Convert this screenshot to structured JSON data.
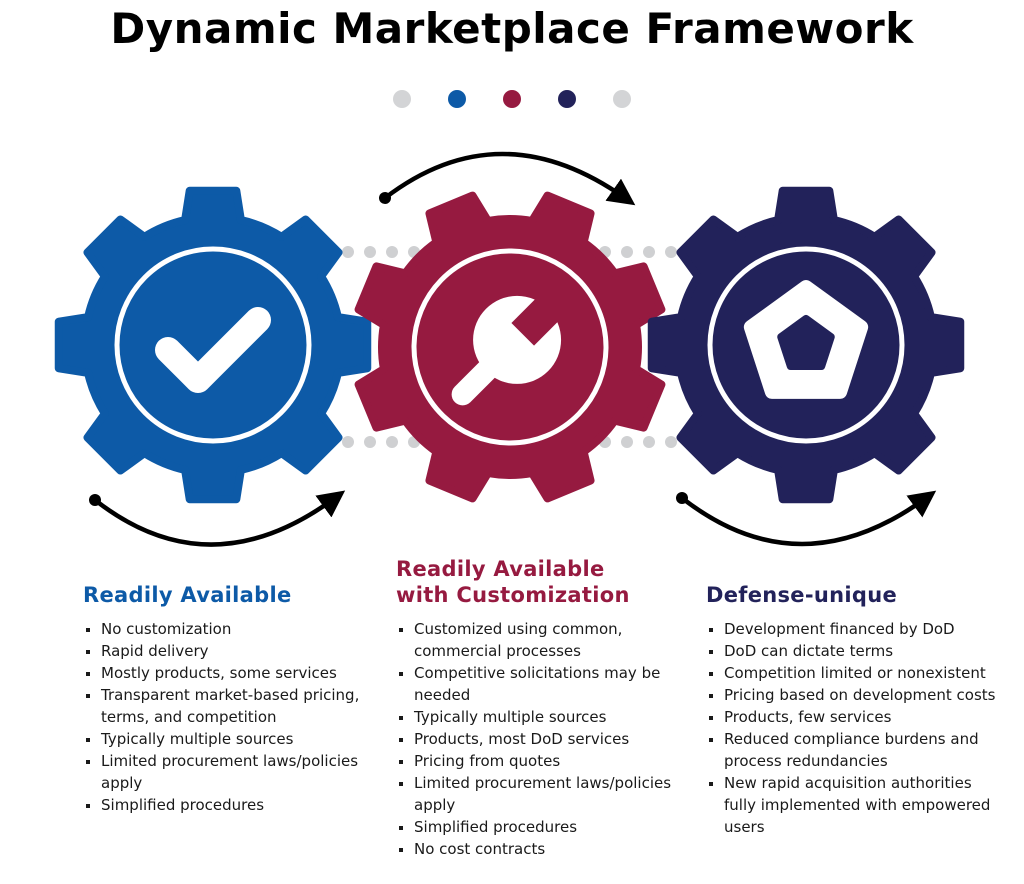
{
  "title": "Dynamic Marketplace Framework",
  "pager": {
    "dots": [
      {
        "color": "#d3d4d6"
      },
      {
        "color": "#0d5aa7"
      },
      {
        "color": "#961a40"
      },
      {
        "color": "#22225a"
      },
      {
        "color": "#d3d4d6"
      }
    ]
  },
  "colors": {
    "blue": "#0d5aa7",
    "crimson": "#961a40",
    "navy": "#22225a",
    "connector_dot": "#cfd0d2",
    "arrow": "#000000"
  },
  "gears": [
    {
      "name": "readily-available",
      "icon": "checkmark-icon",
      "color": "#0d5aa7"
    },
    {
      "name": "readily-available-with-customization",
      "icon": "wrench-icon",
      "color": "#961a40"
    },
    {
      "name": "defense-unique",
      "icon": "pentagon-icon",
      "color": "#22225a"
    }
  ],
  "columns": [
    {
      "heading": "Readily Available",
      "color": "#0d5aa7",
      "items": [
        "No customization",
        "Rapid delivery",
        "Mostly products, some services",
        "Transparent market-based pricing, terms, and competition",
        "Typically multiple sources",
        "Limited procurement laws/policies apply",
        "Simplified procedures"
      ]
    },
    {
      "heading_line1": "Readily Available",
      "heading_line2": "with Customization",
      "color": "#961a40",
      "items": [
        "Customized using common, commercial processes",
        "Competitive solicitations may be needed",
        "Typically multiple sources",
        "Products, most DoD services",
        "Pricing from quotes",
        "Limited procurement laws/policies apply",
        "Simplified procedures",
        "No cost contracts"
      ]
    },
    {
      "heading": "Defense-unique",
      "color": "#22225a",
      "items": [
        "Development financed by DoD",
        "DoD can dictate terms",
        "Competition limited or nonexistent",
        "Pricing based on development costs",
        "Products, few services",
        "Reduced compliance burdens and process redundancies",
        "New rapid acquisition authorities fully implemented with empowered users"
      ]
    }
  ]
}
